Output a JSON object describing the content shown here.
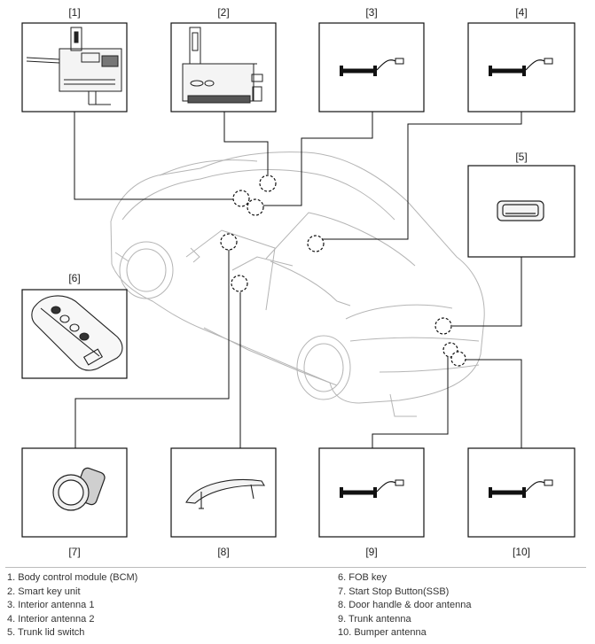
{
  "callouts": {
    "c1": "[1]",
    "c2": "[2]",
    "c3": "[3]",
    "c4": "[4]",
    "c5": "[5]",
    "c6": "[6]",
    "c7": "[7]",
    "c8": "[8]",
    "c9": "[9]",
    "c10": "[10]"
  },
  "legend": {
    "left": [
      "1. Body control module (BCM)",
      "2. Smart key unit",
      "3. Interior antenna 1",
      "4. Interior antenna 2",
      "5. Trunk lid switch"
    ],
    "right": [
      "6. FOB key",
      "7. Start Stop Button(SSB)",
      "8. Door handle & door antenna",
      "9. Trunk antenna",
      "10. Bumper antenna"
    ]
  }
}
